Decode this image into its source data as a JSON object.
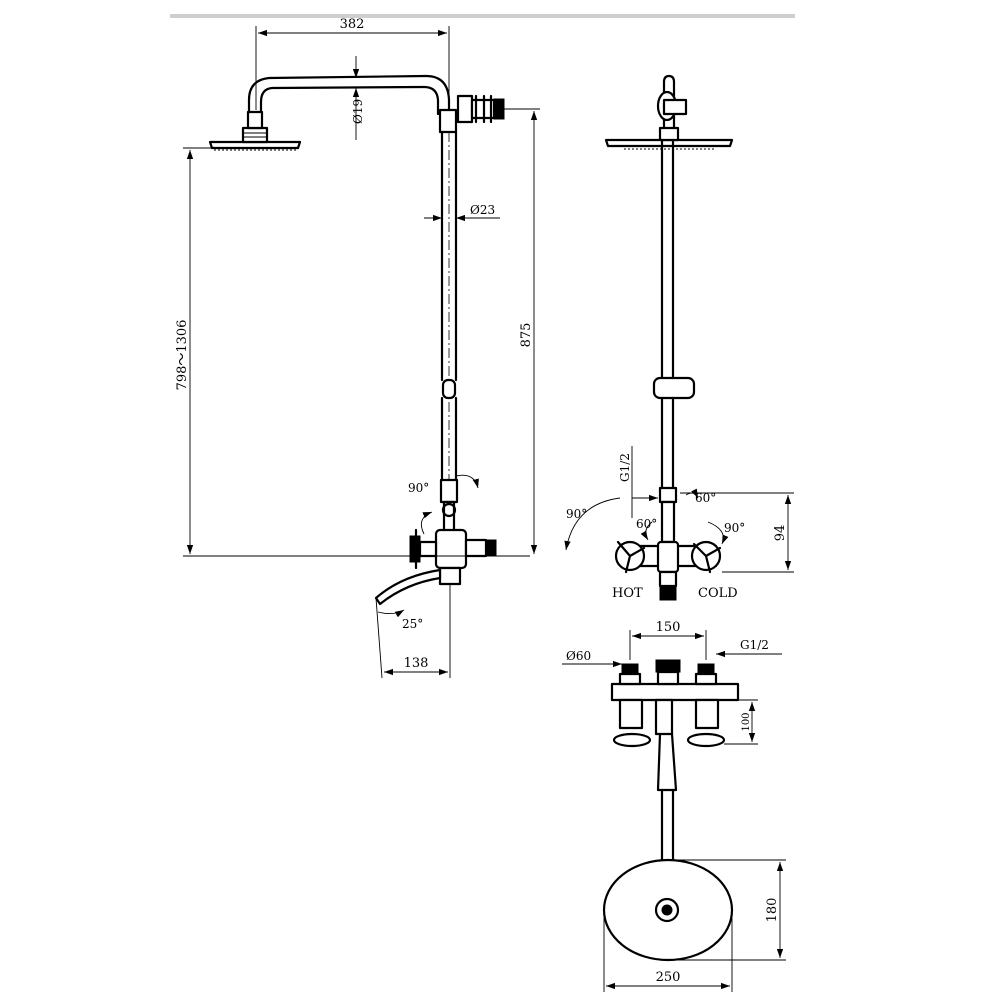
{
  "dimensions": {
    "arm_length": "382",
    "arm_diameter": "Ø19",
    "pipe_diameter": "Ø23",
    "adjustable_height": "798～1306",
    "riser_height": "875",
    "diverter_angle": "90°",
    "spout_angle": "25°",
    "spout_projection": "138",
    "inlet_thread": "G1/2",
    "handle_angle_left": "90°",
    "handle_angle_inner_right": "60°",
    "handle_angle_inner_left": "60°",
    "handle_angle_right": "90°",
    "mixer_height": "94",
    "hot_label": "HOT",
    "cold_label": "COLD",
    "center_distance": "150",
    "handle_diameter": "Ø60",
    "inlet_thread_top": "G1/2",
    "mixer_depth": "100",
    "head_depth": "180",
    "head_diameter": "250"
  }
}
